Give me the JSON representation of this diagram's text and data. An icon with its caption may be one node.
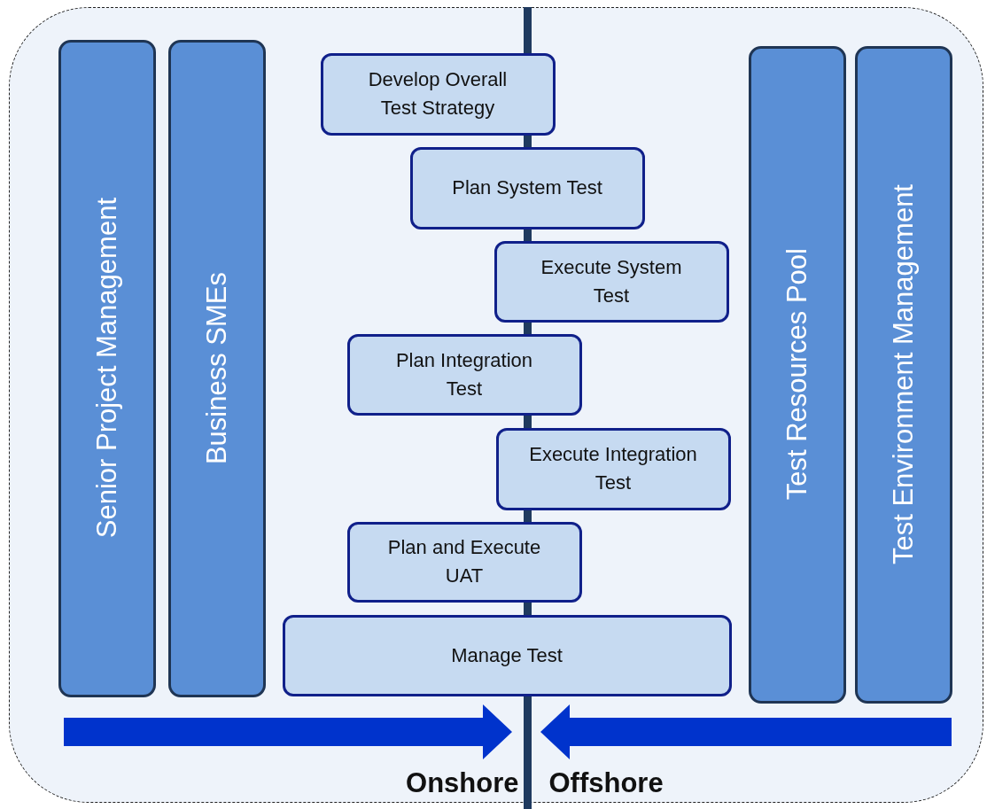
{
  "diagram": {
    "nodes": [
      {
        "text": [],
        "shape": "box"
      },
      {
        "text": [
          "Senior Project Management"
        ],
        "in": 0
      },
      {
        "text": [
          "Business SMEs"
        ],
        "in": 0
      },
      {
        "text": [
          "Develop Overall Test Strategy"
        ],
        "in": 0
      },
      {
        "text": [
          "Plan System Test"
        ],
        "in": 0
      },
      {
        "text": [
          "Execute System Test"
        ],
        "in": 0
      },
      {
        "text": [
          "Plan Integration Test"
        ],
        "in": 0
      },
      {
        "text": [
          "Execute Integration Test"
        ],
        "in": 0
      },
      {
        "text": [
          "Plan and Execute UAT"
        ],
        "in": 0
      },
      {
        "text": [
          "Manage Test"
        ],
        "in": 0
      },
      {
        "text": [
          "Test Resources Pool"
        ],
        "in": 0
      },
      {
        "text": [
          "Test Environment Management"
        ],
        "in": 0
      }
    ],
    "labels": [
      "Onshore",
      "Offshore"
    ]
  }
}
